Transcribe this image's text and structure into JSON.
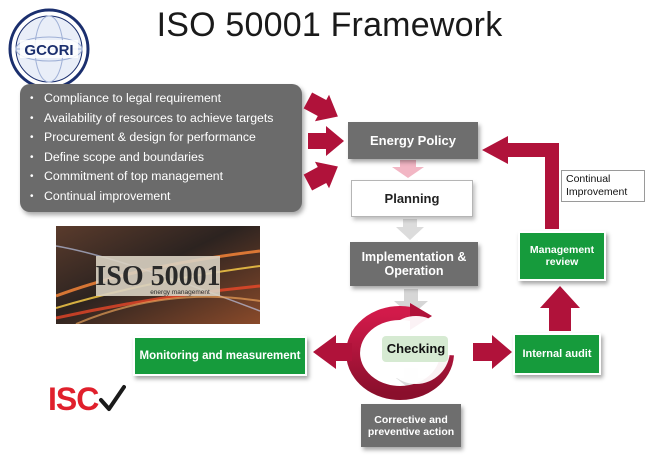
{
  "title": "ISO 50001 Framework",
  "logo": {
    "text": "GCORI",
    "icon": "gcori-globe-logo"
  },
  "scope_items": [
    "Compliance to legal requirement",
    "Availability of resources to achieve targets",
    "Procurement & design for performance",
    "Define scope and boundaries",
    "Commitment of top management",
    "Continual improvement"
  ],
  "steps": {
    "energy_policy": "Energy Policy",
    "planning": "Planning",
    "implementation": "Implementation & Operation",
    "checking": "Checking",
    "corrective": "Corrective and preventive action",
    "monitoring": "Monitoring and measurement",
    "internal_audit": "Internal audit",
    "management_review": "Management review",
    "continual_improvement": "Continual Improvement"
  },
  "iso_image": {
    "main": "ISO 50001",
    "sub": "energy management"
  },
  "isc_logo": {
    "text": "ISC",
    "icon": "checkmark-icon"
  },
  "colors": {
    "arrow": "#b0123a",
    "green": "#169b3c",
    "gray": "#6e6e6e",
    "isc_red": "#e0202c"
  }
}
